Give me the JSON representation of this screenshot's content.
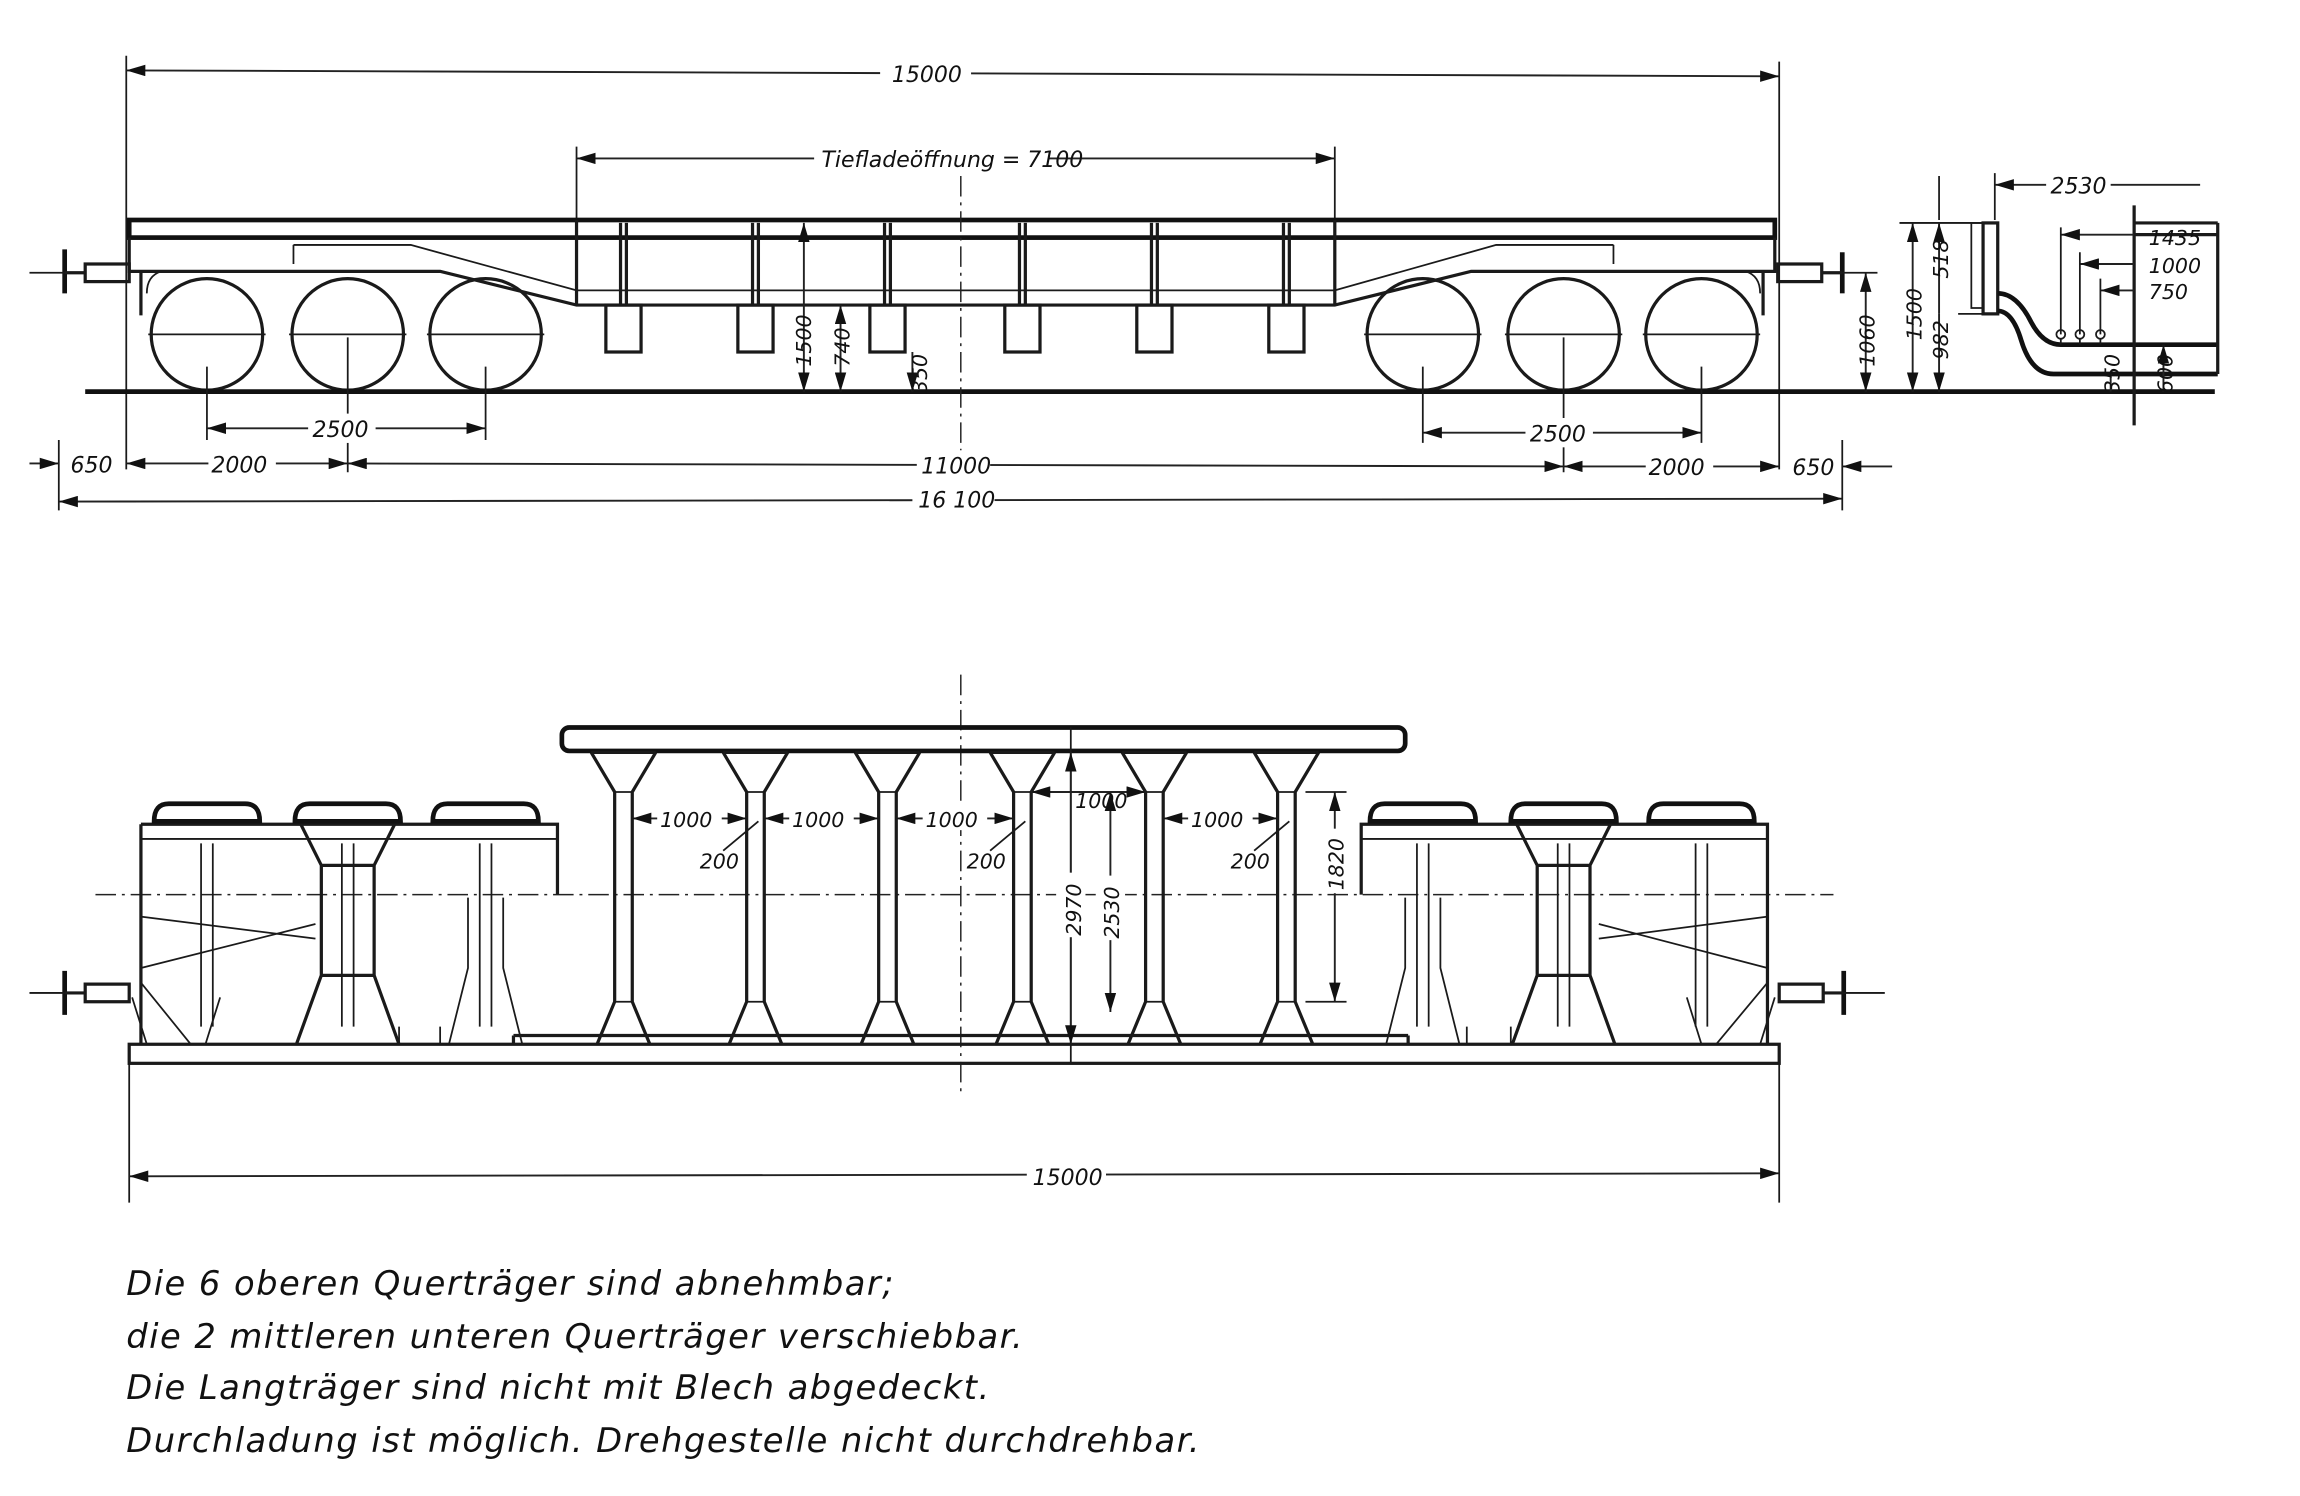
{
  "side_view": {
    "overall_length_label": "15000",
    "low_opening_label": "Tiefladeöffnung = 7100",
    "height_1500": "1500",
    "height_740": "740",
    "height_350": "350",
    "buffer_height": "1060",
    "bogie_left_label": "2500",
    "bogie_right_label": "2500",
    "bottom_row": [
      "650",
      "2000",
      "11000",
      "2000",
      "650"
    ],
    "total_length_label": "16 100"
  },
  "section_detail": {
    "width_label": "2530",
    "height_total": "1500",
    "height_upper": "518",
    "height_lower": "982",
    "gauge_labels": [
      "1435",
      "1000",
      "750"
    ],
    "floor_350": "350",
    "floor_600": "600"
  },
  "plan_view": {
    "spacing_labels": [
      "1000",
      "1000",
      "1000",
      "1000",
      "1000"
    ],
    "beam_width_labels": [
      "200",
      "200",
      "200"
    ],
    "width_2970": "2970",
    "width_2530": "2530",
    "width_1820": "1820",
    "overall_length_label": "15000"
  },
  "notes": [
    "Die 6 oberen Querträger sind abnehmbar;",
    "die 2 mittleren  unteren Querträger verschiebbar.",
    "Die Langträger sind nicht mit Blech abgedeckt.",
    "Durchladung ist möglich. Drehgestelle nicht durchdrehbar."
  ]
}
